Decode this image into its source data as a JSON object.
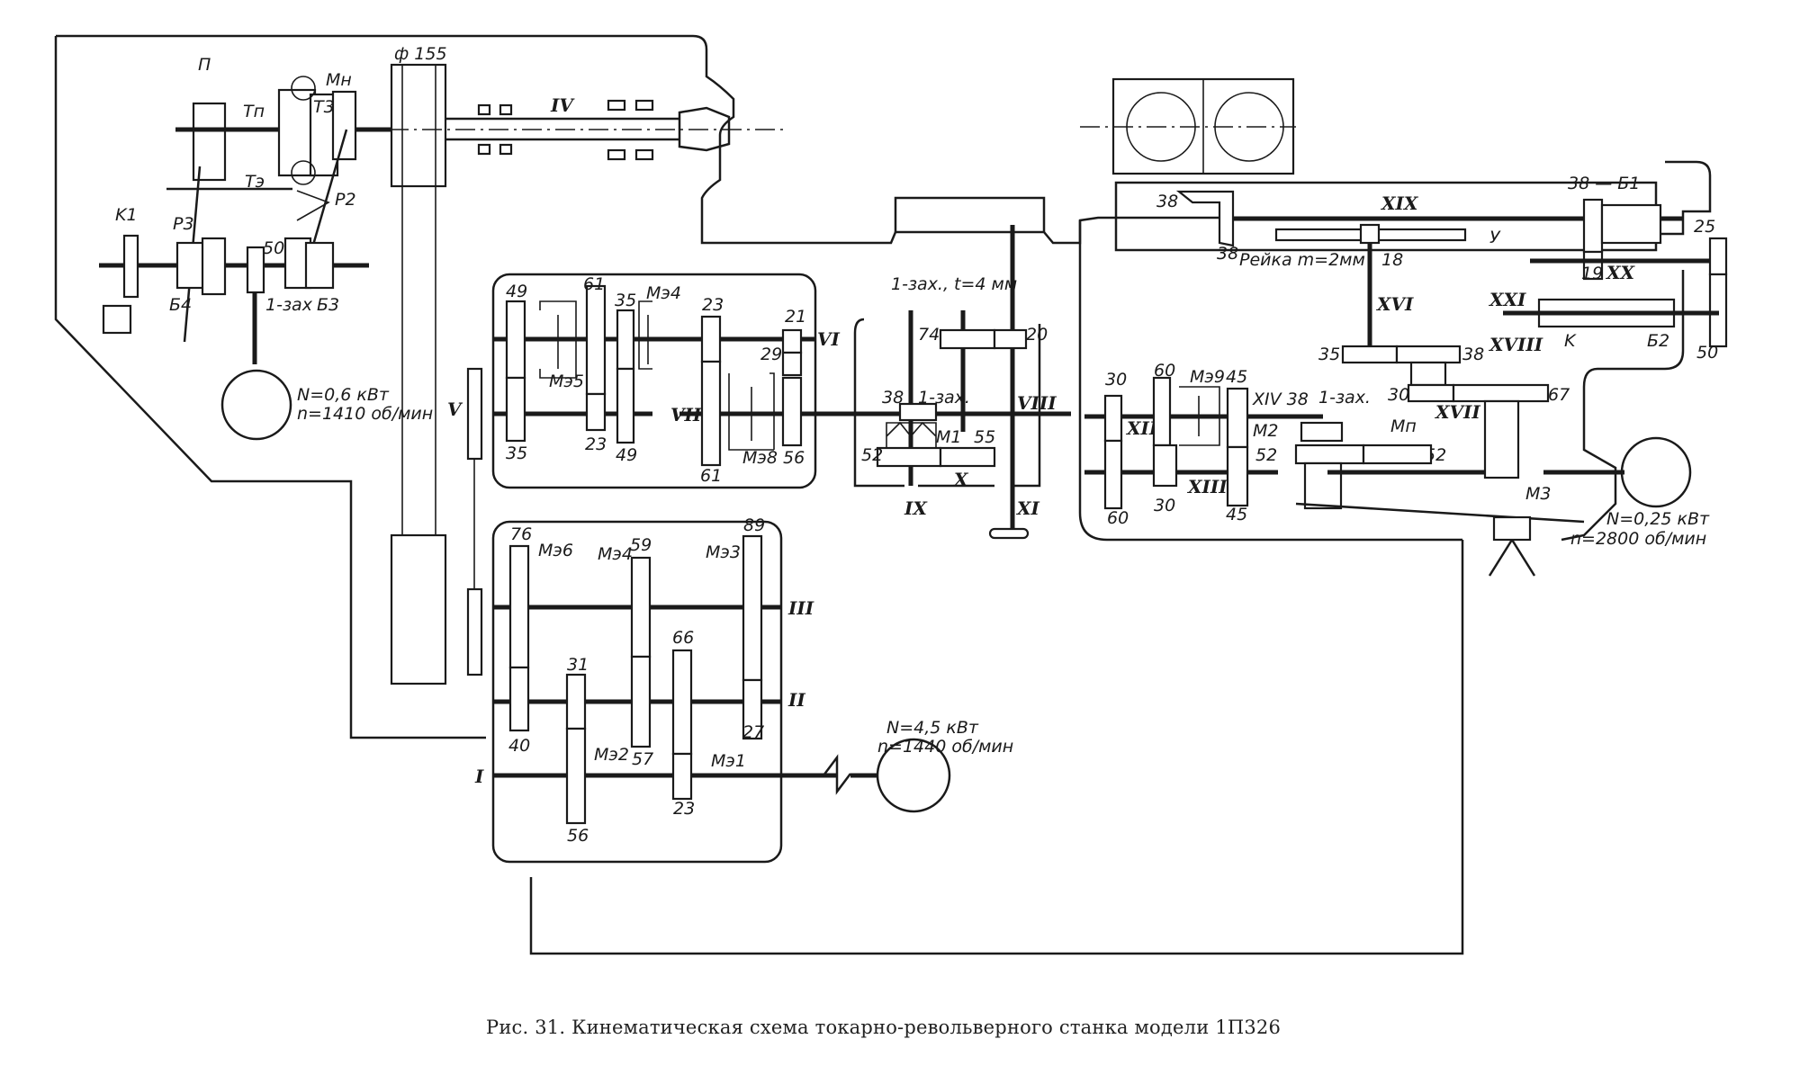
{
  "caption": "Рис. 31. Кинематическая схема токарно-револьверного станка модели 1П326",
  "motors": {
    "main": {
      "power": "N=4,5 кВт",
      "speed": "n=1440 об/мин"
    },
    "feed_aux": {
      "power": "N=0,6 кВт",
      "speed": "n=1410 об/мин"
    },
    "rapid": {
      "power": "N=0,25 кВт",
      "speed": "n=2800 об/мин"
    }
  },
  "shafts": [
    "I",
    "II",
    "III",
    "IV",
    "V",
    "VI",
    "VII",
    "VIII",
    "IX",
    "X",
    "XI",
    "XII",
    "XIII",
    "XIV",
    "XVI",
    "XVII",
    "XVIII",
    "XIX",
    "XX",
    "XXI"
  ],
  "headstock": {
    "pulley": "ф 155",
    "labels": {
      "P": "П",
      "Tp": "Tп",
      "T3": "T3",
      "Mn": "Mн",
      "Tsub": "Tэ",
      "P2": "P2",
      "P3": "P3",
      "K1": "K1",
      "B3": "Б3",
      "B4": "Б4",
      "worm": "1-зах",
      "worm_gear": "50"
    }
  },
  "gearbox_main": {
    "gears": [
      "76",
      "40",
      "59",
      "57",
      "66",
      "23",
      "89",
      "27",
      "31",
      "56"
    ],
    "clutches": [
      "Mэ6",
      "Mэ4",
      "Mэ3",
      "Mэ2",
      "Mэ1"
    ]
  },
  "gearbox_feed": {
    "gears": [
      "49",
      "35",
      "61",
      "23",
      "35",
      "49",
      "23",
      "61",
      "21",
      "29",
      "56"
    ],
    "clutches": [
      "Mэ5",
      "Mэ4",
      "Mэ8"
    ]
  },
  "apron": {
    "labels": {
      "screw": "1-зах., t=4 мм",
      "g74": "74",
      "g20": "20",
      "g38": "38",
      "worm": "1-зах.",
      "m1": "M1",
      "g55": "55",
      "g52": "52"
    }
  },
  "turret": {
    "labels": {
      "g38a": "38",
      "g38b": "38",
      "rack": "Рейка m=2мм",
      "g18": "18",
      "g38c": "38 — Б1",
      "g19": "19",
      "g25": "25",
      "g50": "50",
      "K": "K",
      "B2": "Б2",
      "Y": "У",
      "g35": "35",
      "g38d": "38",
      "g30": "30",
      "g67": "67",
      "Mn": "Mп",
      "g52a": "52",
      "g52b": "52",
      "XIV": "XIV 38",
      "worm": "1-зах.",
      "M2": "M2",
      "M3": "M3",
      "g30b": "30",
      "g60": "60",
      "g60b": "60",
      "g30c": "30",
      "Mz9": "Mэ9",
      "g45": "45",
      "g45b": "45"
    }
  }
}
